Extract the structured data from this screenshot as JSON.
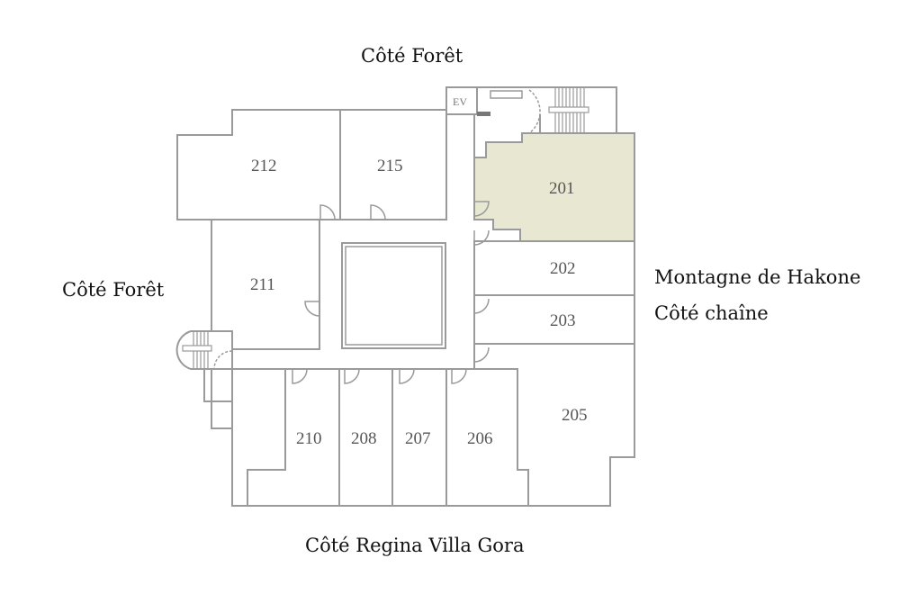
{
  "labels": {
    "top": "Côté Forêt",
    "left": "Côté Forêt",
    "right_line1": "Montagne de Hakone",
    "right_line2": "Côté chaîne",
    "bottom": "Côté Regina Villa Gora"
  },
  "elevator": "EV",
  "rooms": {
    "r212": "212",
    "r215": "215",
    "r201": "201",
    "r211": "211",
    "r202": "202",
    "r203": "203",
    "r205": "205",
    "r210": "210",
    "r208": "208",
    "r207": "207",
    "r206": "206"
  },
  "colors": {
    "highlight": "#e8e8d2",
    "wall": "#9a9a9a"
  }
}
